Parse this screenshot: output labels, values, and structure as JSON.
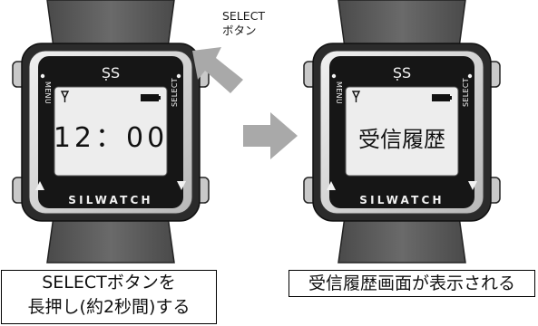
{
  "arrow_label": [
    "SELECT",
    "ボタン"
  ],
  "watch_left": {
    "side_left": "MENU",
    "side_right": "SELECT",
    "logo": "ṢS",
    "screen_text": "12：00",
    "brand": "SILWATCH"
  },
  "watch_right": {
    "side_left": "MENU",
    "side_right": "SELECT",
    "logo": "ṢS",
    "screen_text": "受信履歴",
    "brand": "SILWATCH"
  },
  "caption_left": [
    "SELECTボタンを",
    "長押し(約2秒間)する"
  ],
  "caption_right": "受信履歴画面が表示される",
  "colors": {
    "strap": "#5f5f5f",
    "case": "#2b2b2b",
    "bezel": "#d8d8d8",
    "face": "#161616",
    "lcd": "#ededed",
    "arrow": "#a9a9a9"
  }
}
